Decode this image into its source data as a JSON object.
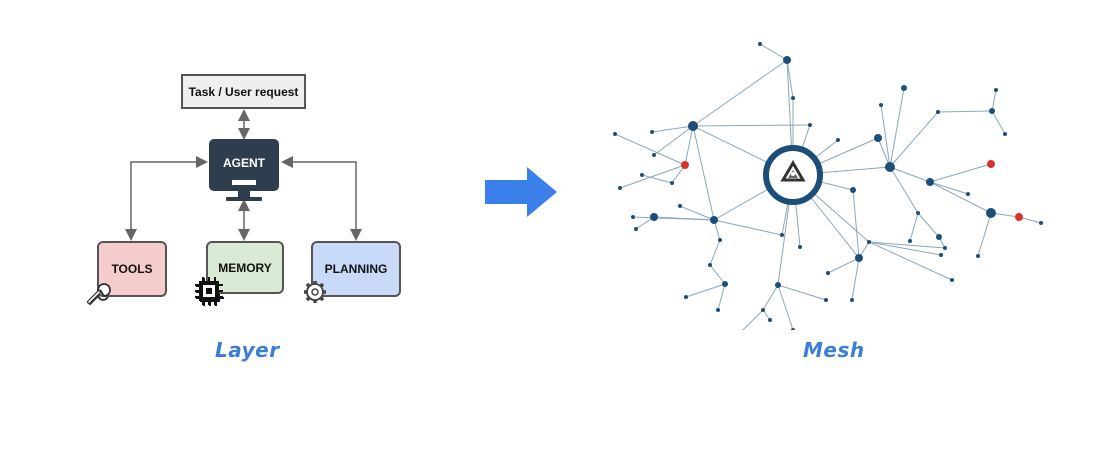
{
  "layer": {
    "task_label": "Task / User request",
    "agent_label": "AGENT",
    "tools_label": "TOOLS",
    "memory_label": "MEMORY",
    "planning_label": "PLANNING",
    "caption": "Layer",
    "icons": {
      "agent": "computer-monitor-icon",
      "tools": "wrench-icon",
      "memory": "chip-icon",
      "planning": "gear-icon"
    },
    "colors": {
      "task_fill": "#efefef",
      "tools_fill": "#f5cccc",
      "memory_fill": "#d8ead3",
      "planning_fill": "#c9daf8",
      "agent_fill": "#2f3e4e"
    }
  },
  "transition": {
    "icon": "right-arrow-icon",
    "color": "#3b7fe8"
  },
  "mesh": {
    "caption": "Mesh",
    "hub_icon": "recycle-logo-icon",
    "colors": {
      "node": "#1d4e78",
      "highlight_node": "#d9342b",
      "edge": "#8aa7bd",
      "caption": "#3b7fd4"
    }
  }
}
